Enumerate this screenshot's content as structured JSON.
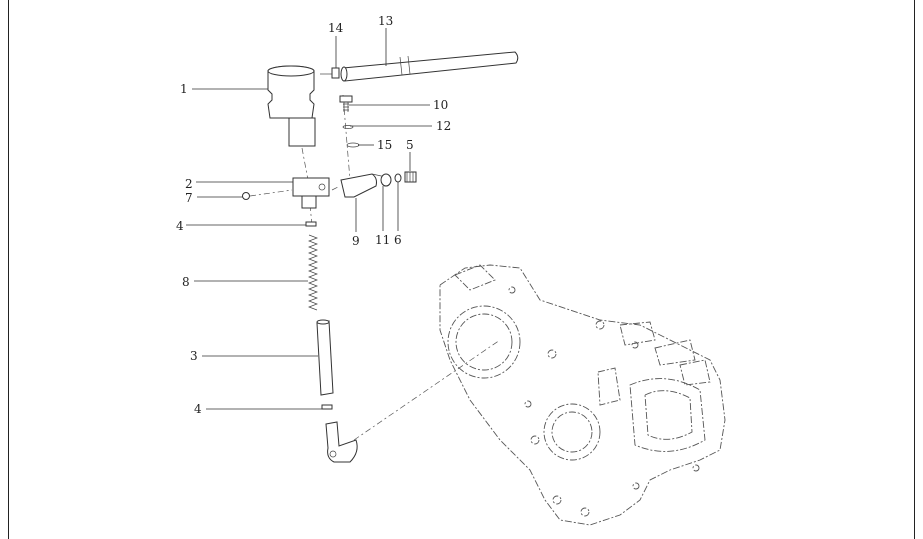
{
  "diagram": {
    "labels": {
      "l1": "1",
      "l2": "2",
      "l3": "3",
      "l4a": "4",
      "l4b": "4",
      "l5": "5",
      "l6": "6",
      "l7": "7",
      "l8": "8",
      "l9": "9",
      "l10": "10",
      "l11": "11",
      "l12": "12",
      "l13": "13",
      "l14": "14",
      "l15": "15"
    }
  }
}
